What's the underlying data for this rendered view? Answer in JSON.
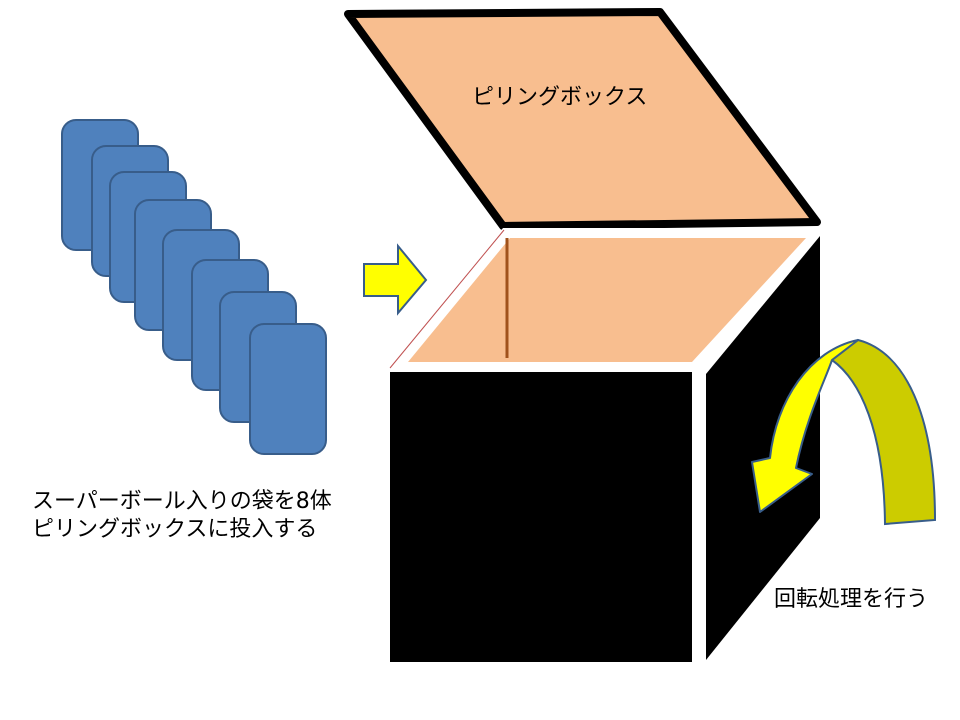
{
  "box": {
    "lid_label": "ピリングボックス"
  },
  "instruction": {
    "line1": "スーパーボール入りの袋を8体",
    "line2": "ピリングボックスに投入する"
  },
  "rotation": {
    "label": "回転処理を行う"
  },
  "bags": {
    "count": 8
  },
  "colors": {
    "bag_fill": "#4F81BD",
    "bag_stroke": "#385D8A",
    "box_body": "#000000",
    "box_interior": "#F8BE8F",
    "arrow_fill": "#FFFF00",
    "arrow_shade": "#CCCC00",
    "arrow_stroke": "#385D8A"
  },
  "icons": {
    "insert_arrow": "right-arrow-icon",
    "rotation_arrow": "curved-arrow-icon"
  }
}
